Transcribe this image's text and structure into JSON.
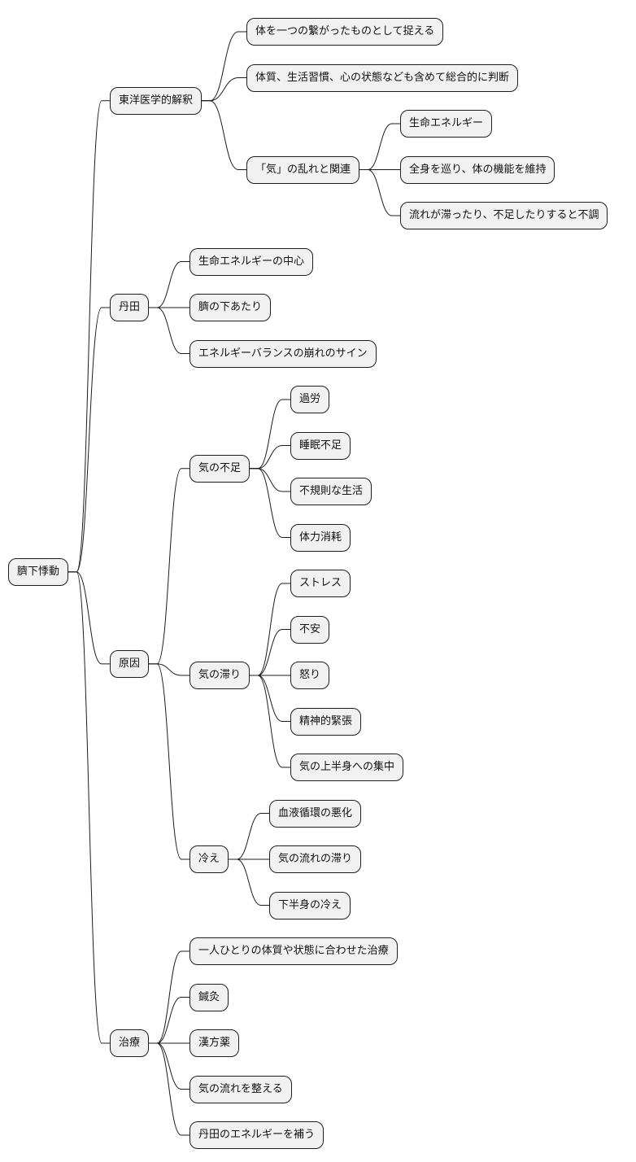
{
  "mindmap": {
    "root": {
      "label": "臍下悸動",
      "children": [
        {
          "label": "東洋医学的解釈",
          "children": [
            {
              "label": "体を一つの繋がったものとして捉える"
            },
            {
              "label": "体質、生活習慣、心の状態なども含めて総合的に判断"
            },
            {
              "label": "「気」の乱れと関連",
              "children": [
                {
                  "label": "生命エネルギー"
                },
                {
                  "label": "全身を巡り、体の機能を維持"
                },
                {
                  "label": "流れが滞ったり、不足したりすると不調"
                }
              ]
            }
          ]
        },
        {
          "label": "丹田",
          "children": [
            {
              "label": "生命エネルギーの中心"
            },
            {
              "label": "臍の下あたり"
            },
            {
              "label": "エネルギーバランスの崩れのサイン"
            }
          ]
        },
        {
          "label": "原因",
          "children": [
            {
              "label": "気の不足",
              "children": [
                {
                  "label": "過労"
                },
                {
                  "label": "睡眠不足"
                },
                {
                  "label": "不規則な生活"
                },
                {
                  "label": "体力消耗"
                }
              ]
            },
            {
              "label": "気の滞り",
              "children": [
                {
                  "label": "ストレス"
                },
                {
                  "label": "不安"
                },
                {
                  "label": "怒り"
                },
                {
                  "label": "精神的緊張"
                },
                {
                  "label": "気の上半身への集中"
                }
              ]
            },
            {
              "label": "冷え",
              "children": [
                {
                  "label": "血液循環の悪化"
                },
                {
                  "label": "気の流れの滞り"
                },
                {
                  "label": "下半身の冷え"
                }
              ]
            }
          ]
        },
        {
          "label": "治療",
          "children": [
            {
              "label": "一人ひとりの体質や状態に合わせた治療"
            },
            {
              "label": "鍼灸"
            },
            {
              "label": "漢方薬"
            },
            {
              "label": "気の流れを整える"
            },
            {
              "label": "丹田のエネルギーを補う"
            }
          ]
        }
      ]
    }
  }
}
